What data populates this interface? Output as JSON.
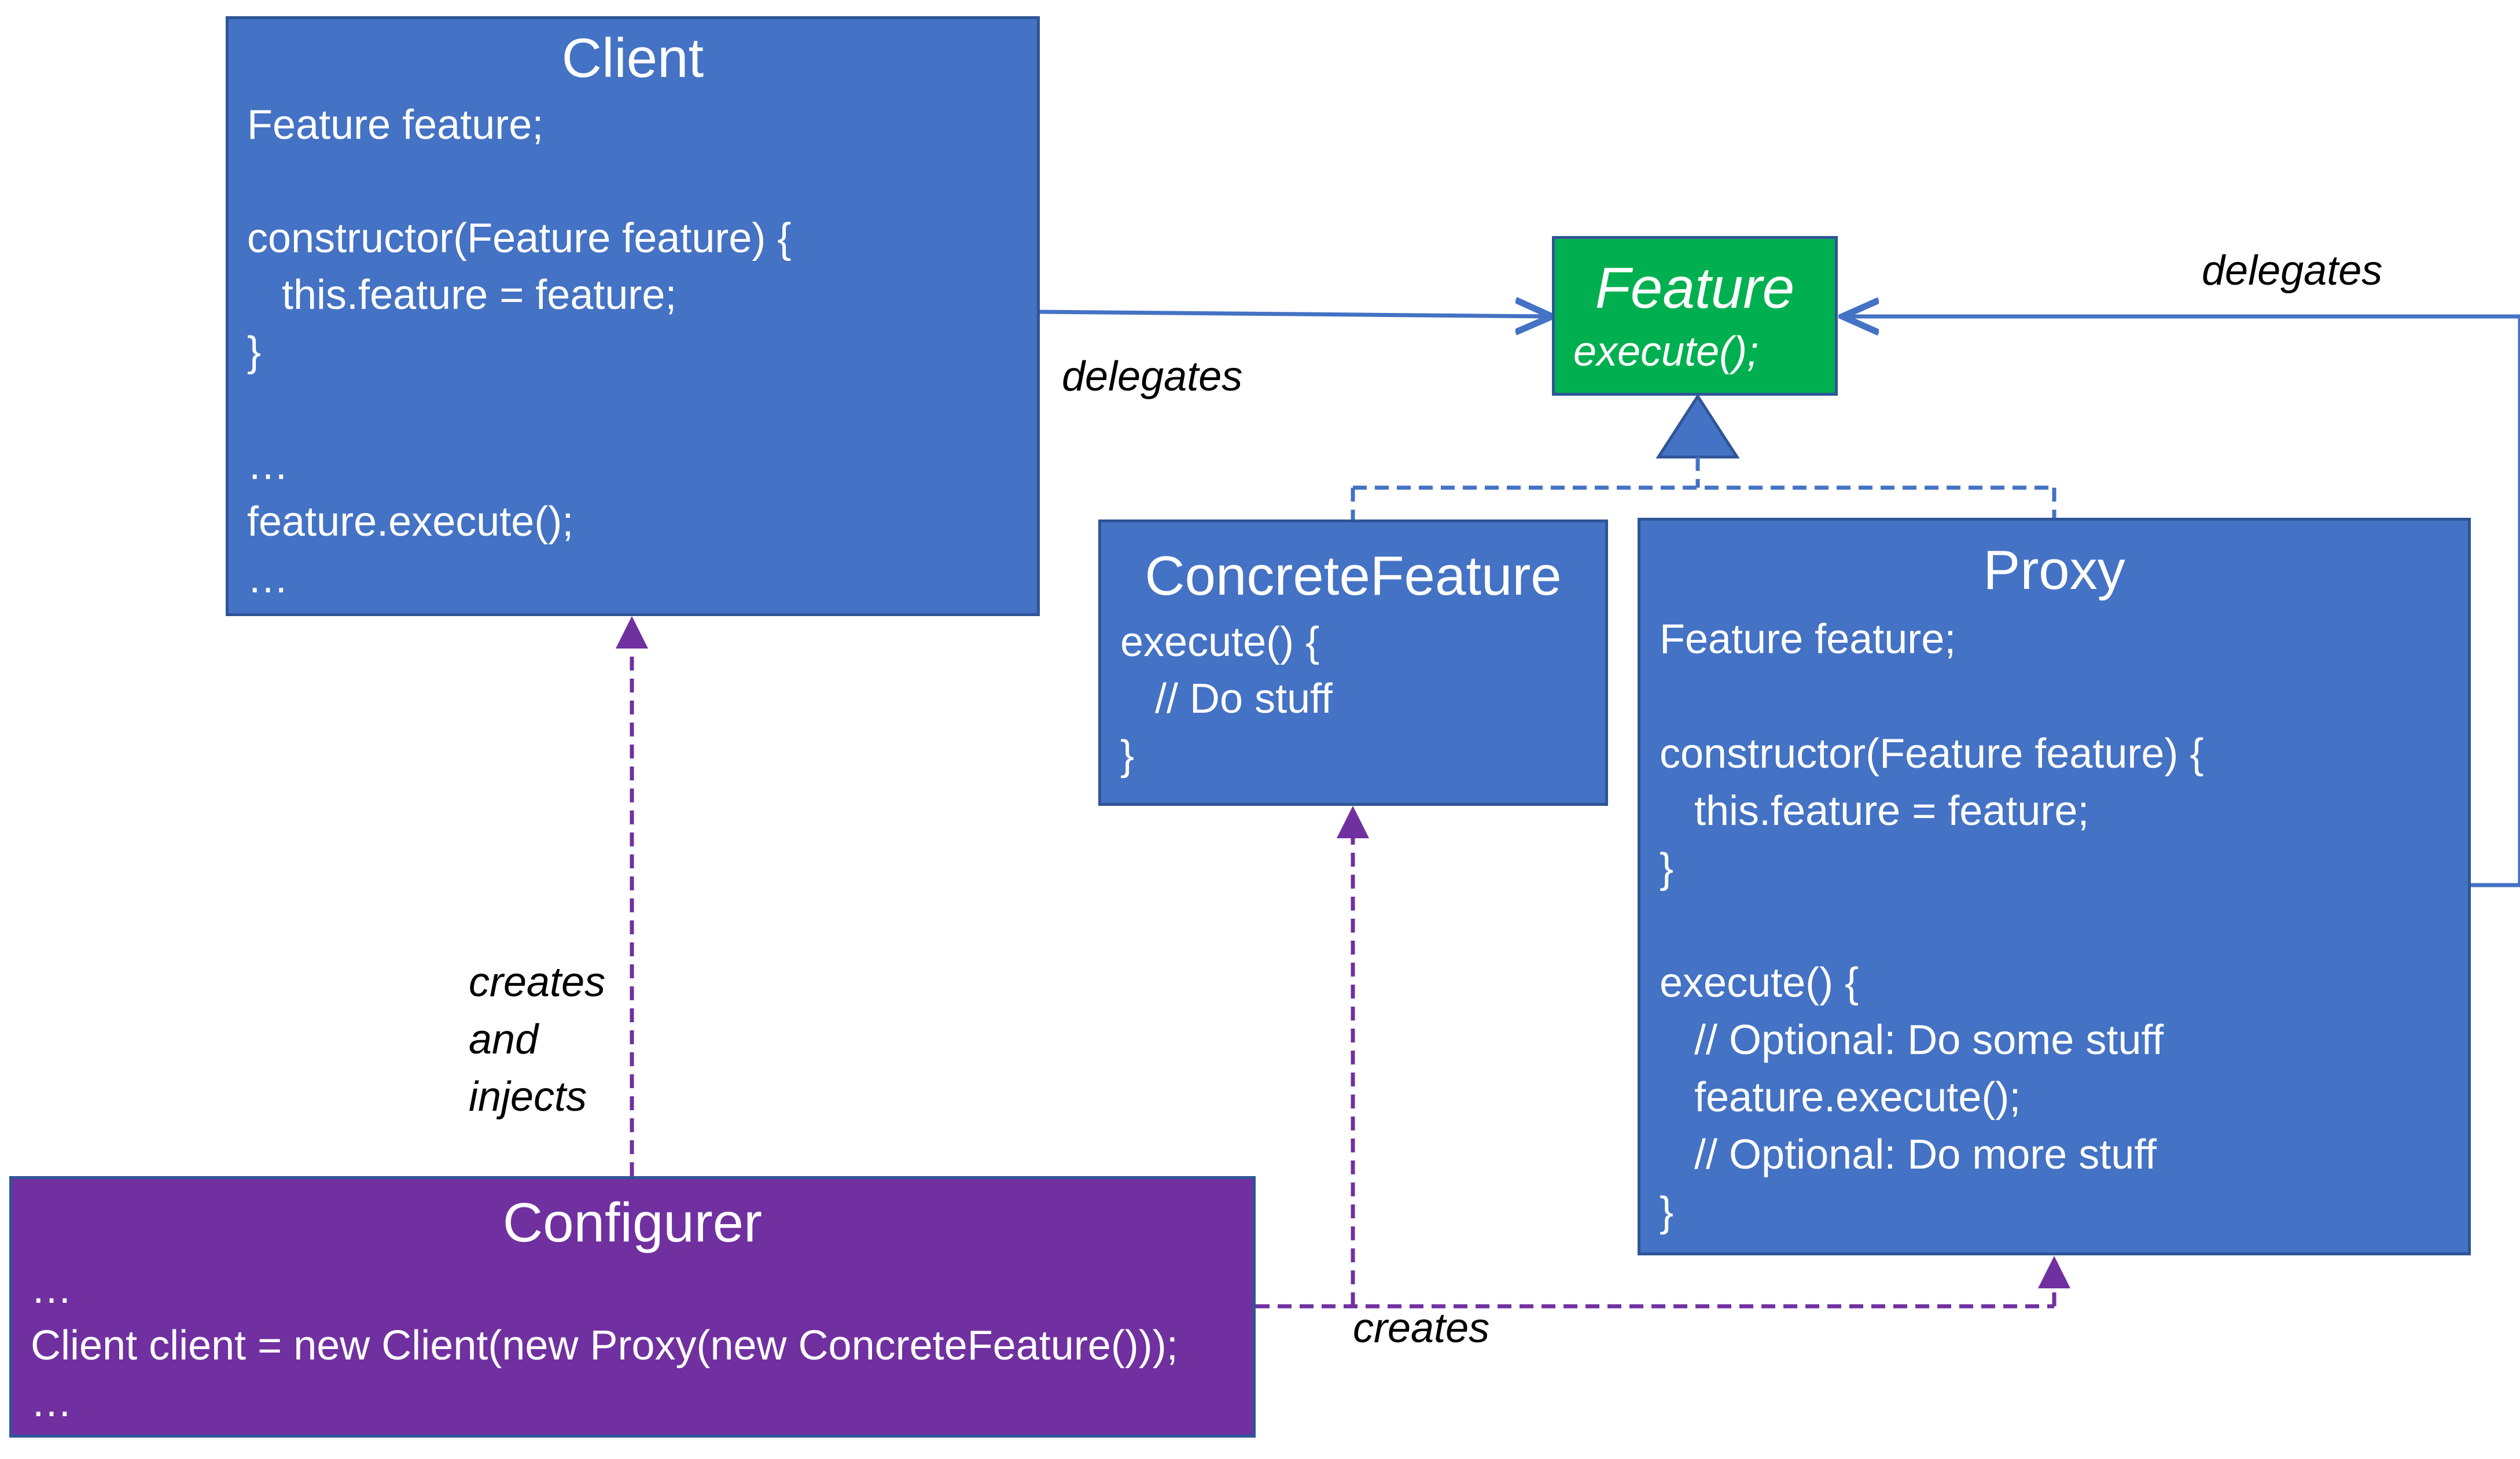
{
  "colors": {
    "class_fill": "#4472c4",
    "class_border": "#2f5597",
    "interface_fill": "#00b050",
    "configurer_fill": "#7030a0",
    "delegate_line": "#4472c4",
    "creates_line": "#7030a0"
  },
  "client": {
    "title": "Client",
    "lines": [
      "Feature feature;",
      "",
      "constructor(Feature feature) {",
      "   this.feature = feature;",
      "}",
      "",
      "…",
      "feature.execute();",
      "…"
    ]
  },
  "feature": {
    "title": "Feature",
    "method": "execute();"
  },
  "concrete_feature": {
    "title": "ConcreteFeature",
    "lines": [
      "execute() {",
      "   // Do stuff",
      "}"
    ]
  },
  "proxy": {
    "title": "Proxy",
    "lines": [
      "Feature feature;",
      "",
      "constructor(Feature feature) {",
      "   this.feature = feature;",
      "}",
      "",
      "execute() {",
      "   // Optional: Do some stuff",
      "   feature.execute();",
      "   // Optional: Do more stuff",
      "}"
    ]
  },
  "configurer": {
    "title": "Configurer",
    "lines": [
      "…",
      "Client client = new Client(new Proxy(new ConcreteFeature()));",
      "…"
    ]
  },
  "labels": {
    "delegates_client": "delegates",
    "delegates_proxy": "delegates",
    "creates_injects": [
      "creates",
      "and",
      "injects"
    ],
    "creates": "creates"
  }
}
